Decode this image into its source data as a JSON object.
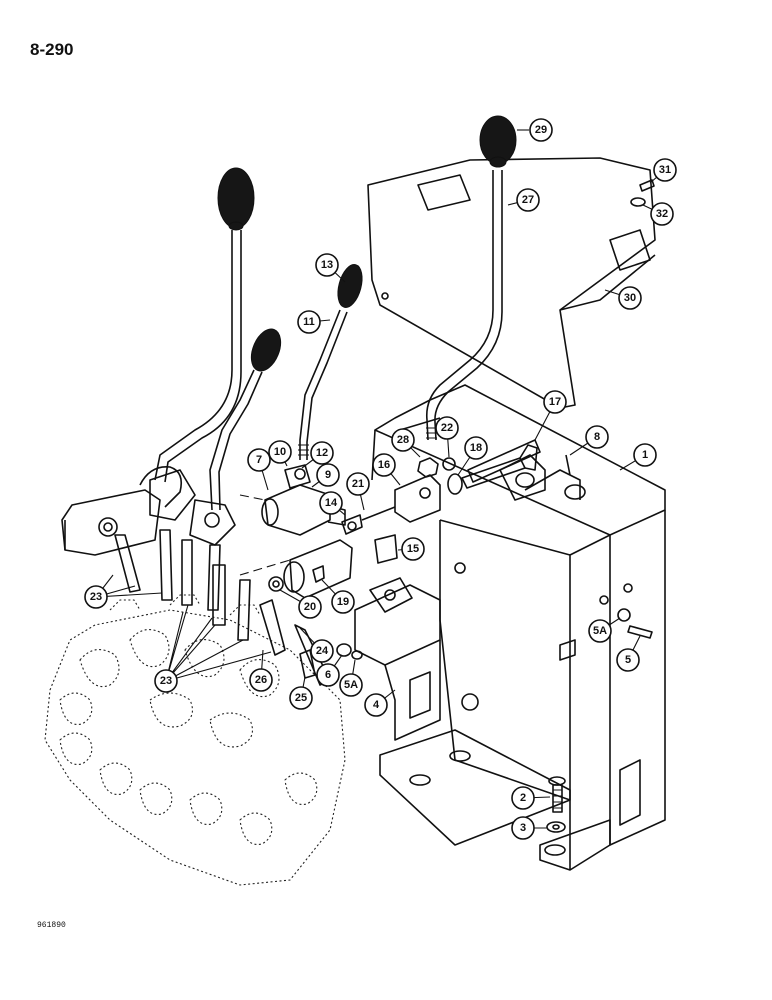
{
  "page_number": "8-290",
  "figure_code": "961890",
  "callouts": {
    "c1": "1",
    "c2": "2",
    "c3": "3",
    "c4": "4",
    "c5": "5",
    "c5a_right": "5A",
    "c5a_lower": "5A",
    "c6": "6",
    "c7": "7",
    "c8": "8",
    "c9": "9",
    "c10": "10",
    "c11": "11",
    "c12": "12",
    "c13": "13",
    "c14": "14",
    "c15": "15",
    "c16": "16",
    "c17": "17",
    "c18": "18",
    "c19": "19",
    "c20": "20",
    "c21": "21",
    "c22": "22",
    "c23_left": "23",
    "c23_lower": "23",
    "c24": "24",
    "c25": "25",
    "c26": "26",
    "c27": "27",
    "c28": "28",
    "c29": "29",
    "c30": "30",
    "c31": "31",
    "c32": "32"
  }
}
